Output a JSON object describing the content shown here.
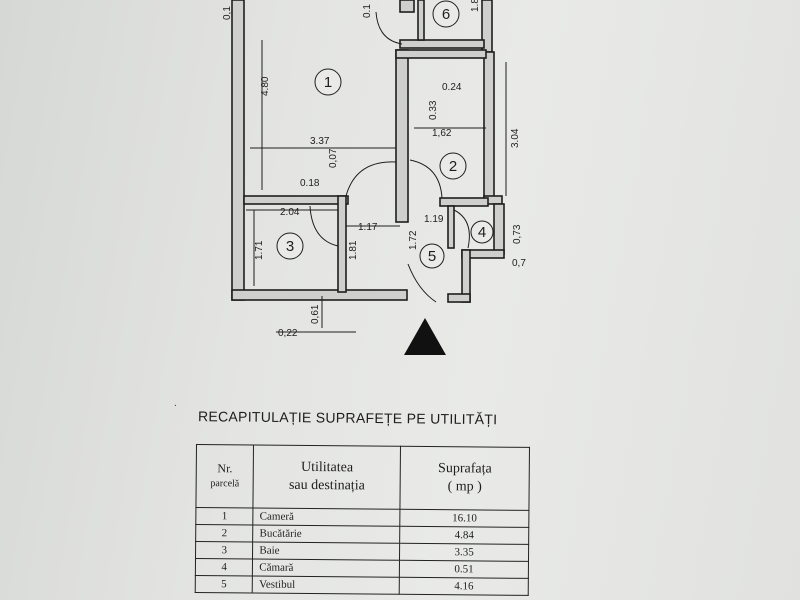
{
  "floor_plan": {
    "room_numbers": [
      "1",
      "2",
      "3",
      "4",
      "5",
      "6"
    ],
    "dimensions": {
      "d_4_80": "4.80",
      "d_3_37": "3.37",
      "d_0_07": "0,07",
      "d_0_18": "0.18",
      "d_0_24": "0.24",
      "d_0_33": "0.33",
      "d_1_62": "1,62",
      "d_3_04": "3.04",
      "d_2_04": "2.04",
      "d_1_71": "1.71",
      "d_1_81": "1.81",
      "d_1_17": "1.17",
      "d_1_72": "1.72",
      "d_1_19": "1.19",
      "d_0_73": "0,73",
      "d_0_7": "0,7",
      "d_0_61": "0,61",
      "d_0_22": "0,22",
      "d_0_1": "0,1",
      "d_1_8": "1.8",
      "d_0_1b": "0.1"
    }
  },
  "summary": {
    "title": "RECAPITULAȚIE SUPRAFEȚE PE UTILITĂȚI",
    "headers": {
      "nr_line1": "Nr.",
      "nr_line2": "parcelă",
      "util_line1": "Utilitatea",
      "util_line2": "sau destinația",
      "area_line1": "Suprafața",
      "area_line2": "( mp )"
    },
    "rows": [
      {
        "nr": "1",
        "name": "Cameră",
        "area": "16.10"
      },
      {
        "nr": "2",
        "name": "Bucătărie",
        "area": "4.84"
      },
      {
        "nr": "3",
        "name": "Baie",
        "area": "3.35"
      },
      {
        "nr": "4",
        "name": "Cămară",
        "area": "0.51"
      },
      {
        "nr": "5",
        "name": "Vestibul",
        "area": "4.16"
      }
    ]
  }
}
